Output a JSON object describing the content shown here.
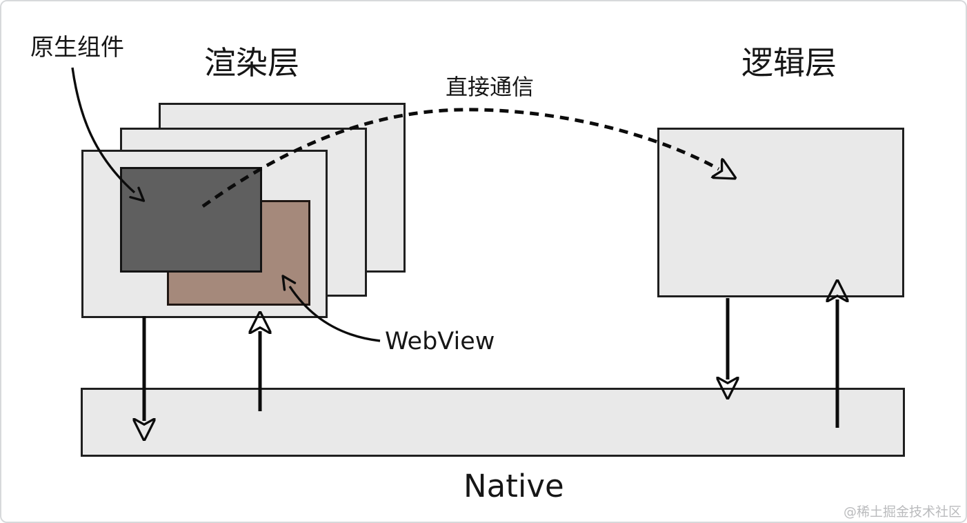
{
  "labels": {
    "native_component": "原生组件",
    "render_layer": "渲染层",
    "direct_communication": "直接通信",
    "logic_layer": "逻辑层",
    "webview": "WebView",
    "native": "Native"
  },
  "watermark": "@稀土掘金技术社区",
  "colors": {
    "canvas_bg": "#ffffff",
    "frame_border": "#d7d9db",
    "layer_fill": "#e9e9e9",
    "layer_border": "#1f1f1f",
    "native_component_fill": "#5f5f5f",
    "native_component_border": "#141414",
    "webview_fill": "#a5897b",
    "webview_border": "#201713",
    "arrow_color": "#0c0c0c",
    "text_color": "#161616",
    "watermark_color": "#babbbd"
  }
}
